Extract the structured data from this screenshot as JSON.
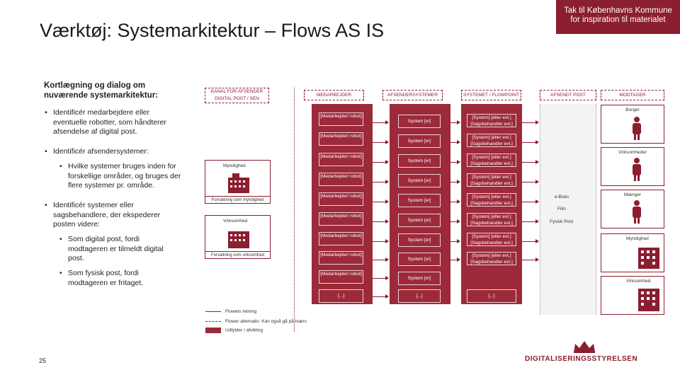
{
  "title": "Værktøj: Systemarkitektur – Flows AS IS",
  "credit": {
    "line1": "Tak til Københavns Kommune",
    "line2": "for inspiration til materialet"
  },
  "intro": "Kortlægning og dialog om nuværende systemarkitektur:",
  "bullets": [
    "Identificér medarbejdere eller eventuelle robotter, som håndterer afsendelse af digital post.",
    "Identificér afsendersystemer:",
    "Hvilke systemer bruges inden for forskellige områder, og bruges der flere systemer pr. område.",
    "Identificér systemer eller sagsbehandlere, der ekspederer posten videre:",
    "Som digital post, fordi modtageren er tilmeldt digital post.",
    "Som fysisk post, fordi modtageren er fritaget."
  ],
  "page_number": "25",
  "diagram": {
    "headers": {
      "kanal": "KANAL FOR AFSENDER DIGITAL POST / SEN",
      "medarbejder": "MEDARBEJDER",
      "afsendersystemer": "AFSENDERSYSTEMER",
      "systemet": "SYSTEMET / FLOWPOINT",
      "afsendt_post": "AFSENDT POST",
      "modtager": "MODTAGER"
    },
    "sender_boxes": [
      {
        "label": "Myndighed",
        "caption": "Forvaltning som myndighed"
      },
      {
        "label": "Virksomhed",
        "caption": "Forvaltning som virksomhed"
      }
    ],
    "medarbejder_cells": [
      "[Medarbejder/ robot]",
      "[Medarbejder/ robot]",
      "[Medarbejder/ robot]",
      "[Medarbejder/ robot]",
      "[Medarbejder/ robot]",
      "[Medarbejder/ robot]",
      "[Medarbejder/ robot]",
      "[Medarbejder/ robot]",
      "[Medarbejder/ robot]",
      "[...]"
    ],
    "system_cells": [
      "System [er]",
      "System [er]",
      "System [er]",
      "System [er]",
      "System [er]",
      "System [er]",
      "System [er]",
      "System [er]",
      "System [er]",
      "[...]"
    ],
    "flowpoint_cells": [
      "[System] [eller evt.] [Sagsbehandler evt.]",
      "[System] [eller evt.] [Sagsbehandler evt.]",
      "[System] [eller evt.] [Sagsbehandler evt.]",
      "[System] [eller evt.] [Sagsbehandler evt.]",
      "[System] [eller evt.] [Sagsbehandler evt.]",
      "[System] [eller evt.] [Sagsbehandler evt.]",
      "[System] [eller evt.] [Sagsbehandler evt.]",
      "[System] [eller evt.] [Sagsbehandler evt.]",
      "[...]"
    ],
    "post_labels": [
      "e-Boks",
      "Fiiln",
      "Fysisk Post"
    ],
    "receivers": [
      "Borger",
      "Virksomheder",
      "Mænger",
      "Myndighed",
      "Virksomhed"
    ],
    "legend": [
      "Flowets retning",
      "Flower alternativ: Kan også gå på tværs",
      "Udfylder / afvikling"
    ]
  },
  "logo": {
    "text": "DIGITALISERINGSSTYRELSEN"
  },
  "colors": {
    "accent": "#8b1e2f",
    "column": "#9c2a3a"
  }
}
